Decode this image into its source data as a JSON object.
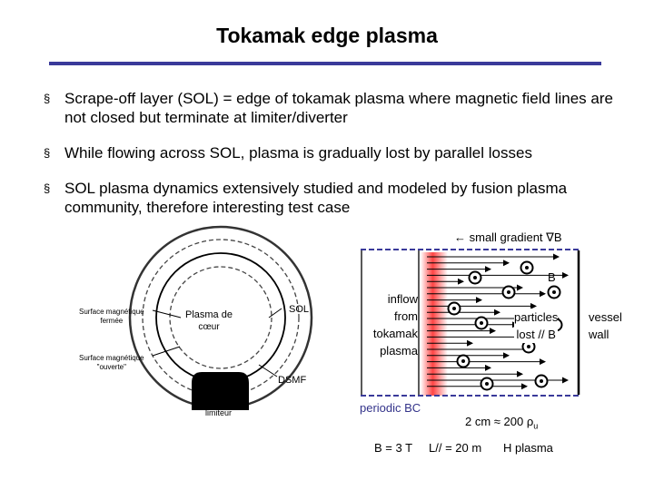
{
  "title": "Tokamak edge plasma",
  "bullets": [
    "Scrape-off layer (SOL) = edge of tokamak plasma where magnetic field lines are not closed but terminate at limiter/diverter",
    "While flowing across SOL, plasma is gradually lost by parallel losses",
    "SOL plasma dynamics extensively studied and modeled by fusion plasma community, therefore interesting test case"
  ],
  "bullet_marker": "§",
  "cross_section": {
    "sol": "SOL",
    "core_line1": "Plasma de",
    "core_line2": "cœur",
    "closed_surface_line1": "Surface magnétique",
    "closed_surface_line2": "fermée",
    "open_surface_line1": "Surface magnétique",
    "open_surface_line2": "\"ouverte\"",
    "dsmf": "DSMF",
    "limiter": "limiteur"
  },
  "sol_box": {
    "gradient": "← small gradient ∇B",
    "b_field": "B",
    "inflow": [
      "inflow",
      "from",
      "tokamak",
      "plasma"
    ],
    "particles": [
      "particles",
      "lost // B"
    ],
    "vessel": [
      "vessel",
      "wall"
    ],
    "periodic": "periodic BC",
    "width": "2 cm ≈ 200 ρ",
    "width_sub": "u",
    "bfield_value": "B = 3 T",
    "length": "L// = 20 m",
    "species": "H plasma"
  },
  "colors": {
    "rule": "#3a3a9a",
    "box_dash": "#3a3a9a",
    "inflow_glow": "#ff3030",
    "periodic_text": "#33338a"
  }
}
